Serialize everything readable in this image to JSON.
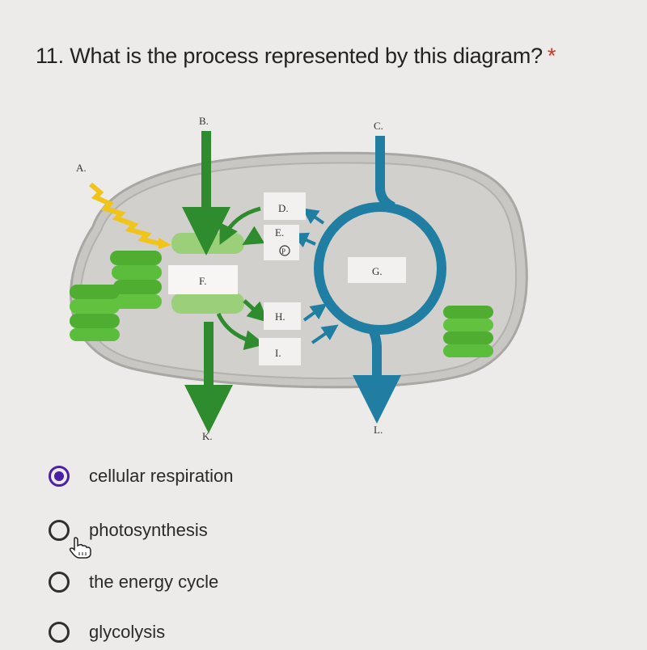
{
  "question": {
    "title": "11. What is the process represented by this diagram?",
    "required_mark": "*"
  },
  "diagram": {
    "labels": {
      "A": "A.",
      "B": "B.",
      "C": "C.",
      "D": "D.",
      "E": "E.",
      "P": "P",
      "F": "F.",
      "G": "G.",
      "H": "H.",
      "I": "I.",
      "K": "K.",
      "L": "L."
    },
    "icons": [
      "sunlight-zigzag-icon",
      "thylakoid-stack-icon",
      "cycle-ring-icon",
      "arrow-icon"
    ]
  },
  "options": [
    {
      "label": "cellular respiration",
      "selected": true
    },
    {
      "label": "photosynthesis",
      "selected": false
    },
    {
      "label": "the energy cycle",
      "selected": false
    },
    {
      "label": "glycolysis",
      "selected": false
    }
  ],
  "colors": {
    "accent": "#4b1fa8",
    "required": "#d93025",
    "arrow_green": "#2e8b2e",
    "cycle_blue": "#1f7ea1",
    "thylakoid_green": "#6cc04a"
  },
  "cursor": {
    "icon": "hand-pointer-icon"
  }
}
